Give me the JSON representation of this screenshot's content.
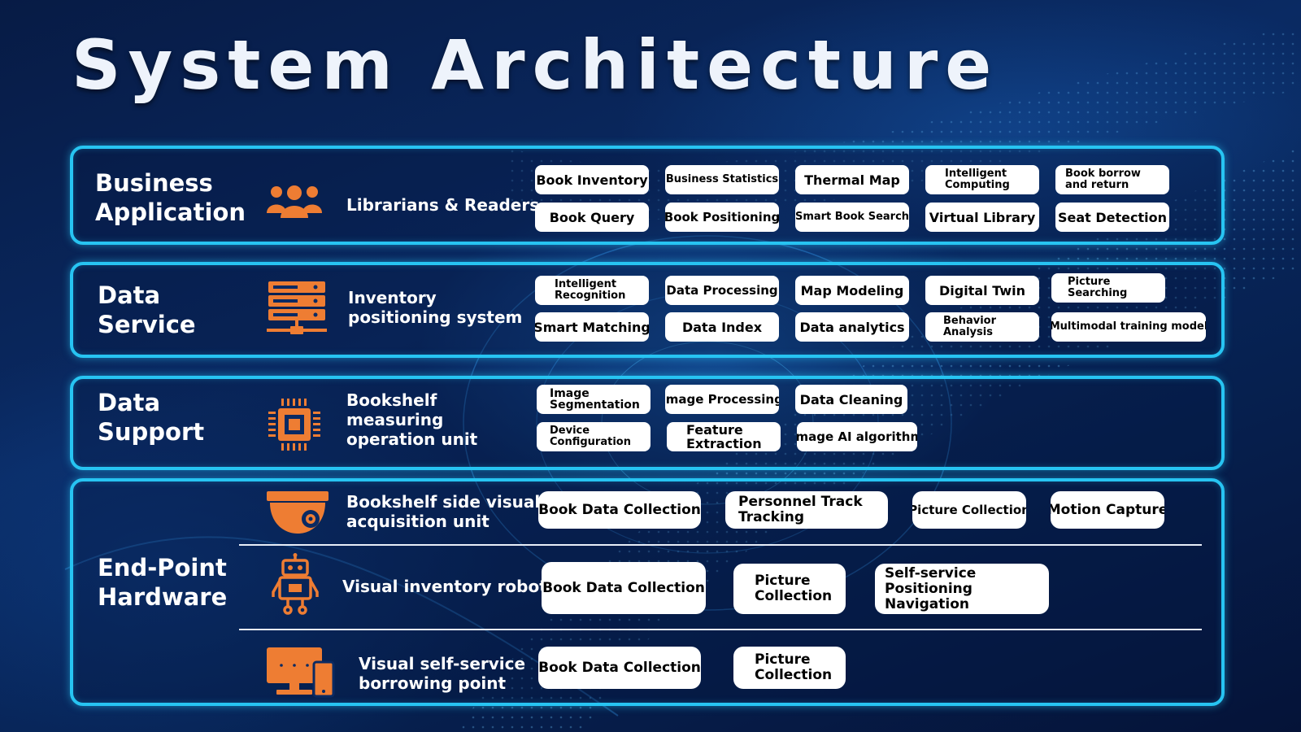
{
  "title": "System Architecture",
  "colors": {
    "accent": "#27c4f2",
    "icon": "#ee7d33",
    "pill": "#ffffff"
  },
  "layers": {
    "business": {
      "title_lines": [
        "Business",
        "Application"
      ],
      "system_lines": [
        "Librarians & Readers"
      ],
      "icon": "users-icon",
      "items": [
        "Book Inventory",
        "Business Statistics",
        "Thermal Map",
        "Intelligent Computing",
        "Book borrow and return",
        "Book Query",
        "Book Positioning",
        "Smart Book Search",
        "Virtual Library",
        "Seat Detection"
      ]
    },
    "data_service": {
      "title_lines": [
        "Data",
        "Service"
      ],
      "system_lines": [
        "Inventory",
        "positioning system"
      ],
      "icon": "server-icon",
      "items": [
        "Intelligent Recognition",
        "Data Processing",
        "Map Modeling",
        "Digital Twin",
        "Picture Searching",
        "Smart Matching",
        "Data Index",
        "Data analytics",
        "Behavior Analysis",
        "Multimodal training model"
      ]
    },
    "data_support": {
      "title_lines": [
        "Data",
        "Support"
      ],
      "system_lines": [
        "Bookshelf",
        "measuring",
        "operation unit"
      ],
      "icon": "chip-icon",
      "items": [
        "Image Segmentation",
        "Image Processing",
        "Data Cleaning",
        "Device Configuration",
        "Feature Extraction",
        "Image AI algorithm"
      ]
    },
    "hardware": {
      "title_lines": [
        "End-Point",
        "Hardware"
      ],
      "rows": [
        {
          "system_lines": [
            "Bookshelf side visual",
            "acquisition unit"
          ],
          "icon": "camera-icon",
          "items": [
            "Book Data Collection",
            "Personnel Track Tracking",
            "Picture Collection",
            "Motion Capture"
          ]
        },
        {
          "system_lines": [
            "Visual inventory robot"
          ],
          "icon": "robot-icon",
          "items": [
            "Book Data Collection",
            "Picture Collection",
            "Self-service Positioning Navigation"
          ]
        },
        {
          "system_lines": [
            "Visual self-service",
            "borrowing point"
          ],
          "icon": "kiosk-icon",
          "items": [
            "Book Data Collection",
            "Picture Collection"
          ]
        }
      ]
    }
  }
}
